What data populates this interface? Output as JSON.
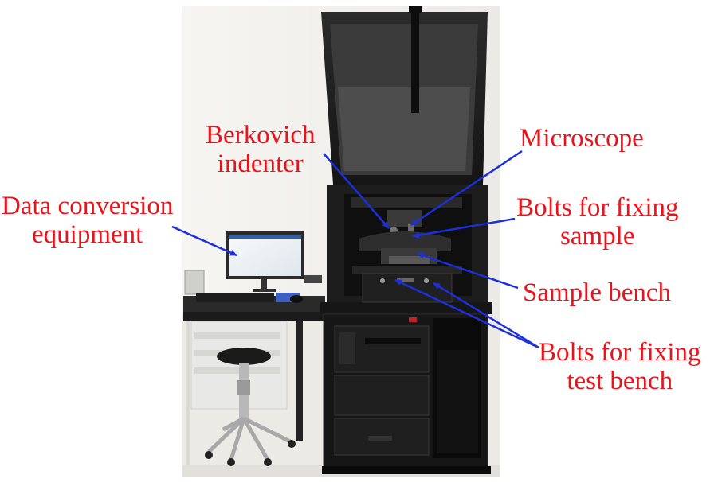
{
  "image": {
    "kind": "photograph",
    "subject": "nanoindentation test instrument in laboratory"
  },
  "colors": {
    "label_text": "#e8131b",
    "arrow": "#1c2fd8",
    "enclosure": "#1a1a1a",
    "wall": "#f3f2ee"
  },
  "labels": {
    "berkovich": [
      "Berkovich",
      "indenter"
    ],
    "microscope": [
      "Microscope"
    ],
    "data_conversion": [
      "Data conversion",
      "equipment"
    ],
    "bolts_sample": [
      "Bolts for fixing",
      "sample"
    ],
    "sample_bench": [
      "Sample bench"
    ],
    "bolts_test": [
      "Bolts for fixing",
      "test bench"
    ]
  }
}
